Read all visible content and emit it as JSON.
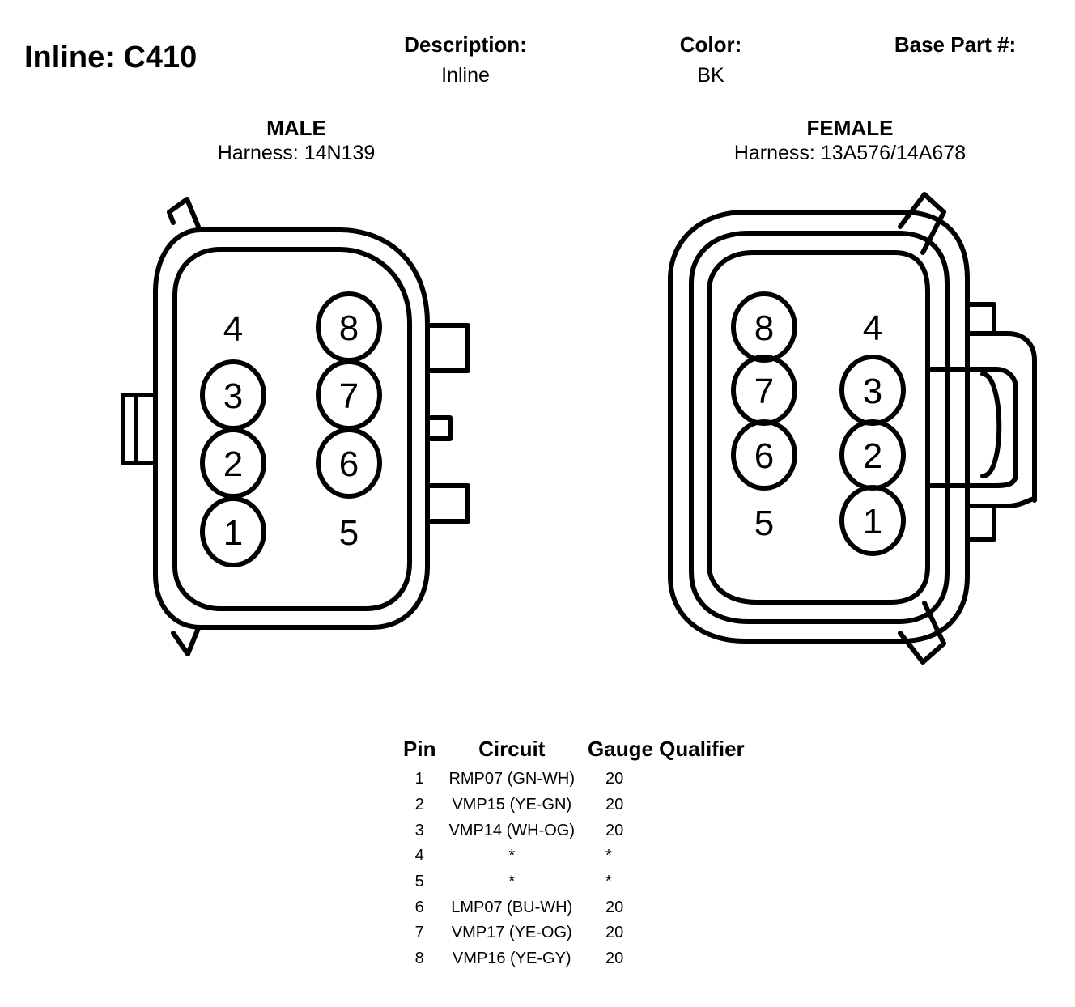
{
  "header": {
    "title": "Inline: C410",
    "description_label": "Description:",
    "description_value": "Inline",
    "color_label": "Color:",
    "color_value": "BK",
    "base_part_label": "Base Part #:"
  },
  "male": {
    "label": "MALE",
    "harness": "Harness: 14N139",
    "pins": [
      "1",
      "2",
      "3",
      "4",
      "5",
      "6",
      "7",
      "8"
    ]
  },
  "female": {
    "label": "FEMALE",
    "harness": "Harness: 13A576/14A678",
    "pins": [
      "1",
      "2",
      "3",
      "4",
      "5",
      "6",
      "7",
      "8"
    ]
  },
  "table": {
    "headers": {
      "pin": "Pin",
      "circuit": "Circuit",
      "gauge": "Gauge",
      "qualifier": "Qualifier"
    },
    "rows": [
      {
        "pin": "1",
        "circuit": "RMP07 (GN-WH)",
        "gauge": "20"
      },
      {
        "pin": "2",
        "circuit": "VMP15 (YE-GN)",
        "gauge": "20"
      },
      {
        "pin": "3",
        "circuit": "VMP14 (WH-OG)",
        "gauge": "20"
      },
      {
        "pin": "4",
        "circuit": "*",
        "gauge": "*"
      },
      {
        "pin": "5",
        "circuit": "*",
        "gauge": "*"
      },
      {
        "pin": "6",
        "circuit": "LMP07 (BU-WH)",
        "gauge": "20"
      },
      {
        "pin": "7",
        "circuit": "VMP17 (YE-OG)",
        "gauge": "20"
      },
      {
        "pin": "8",
        "circuit": "VMP16 (YE-GY)",
        "gauge": "20"
      }
    ]
  }
}
